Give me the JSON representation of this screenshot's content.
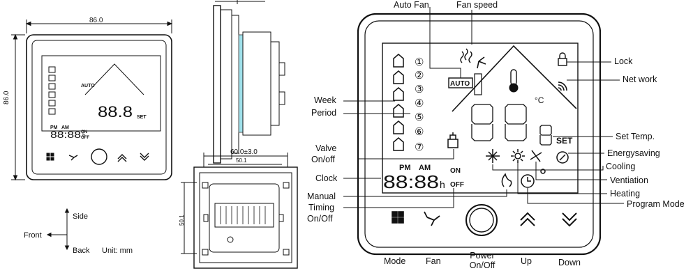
{
  "dimensions": {
    "width": "86.0",
    "height": "86.0",
    "back_width": "60.0±3.0",
    "back_inner": "50.1",
    "back_height": "50.1"
  },
  "orientation": {
    "side": "Side",
    "front": "Front",
    "back": "Back",
    "unit": "Unit: mm"
  },
  "display": {
    "auto": "AUTO",
    "set": "SET",
    "pm": "PM",
    "am": "AM",
    "on": "ON",
    "off": "OFF",
    "h": "h",
    "big_digits": "88.8",
    "celsius": "°C",
    "clock_digits": "88:88",
    "periods": [
      "①",
      "②",
      "③",
      "④",
      "⑤",
      "⑥",
      "⑦"
    ]
  },
  "callouts": {
    "auto_fan": "Auto Fan",
    "fan_speed": "Fan speed",
    "lock": "Lock",
    "network": "Net  work",
    "week": "Week",
    "period": "Period",
    "valve": "Valve",
    "valve2": "On/off",
    "clock": "Clock",
    "manual": "Manual",
    "timing": "Timing",
    "timing2": "On/Off",
    "set_temp": "Set Temp.",
    "energy": "Energysaving",
    "cooling": "Cooling",
    "ventilation": "Ventiation",
    "heating": "Heating",
    "program": "Program Mode",
    "mode": "Mode",
    "fan": "Fan",
    "power": "Power",
    "power2": "On/Off",
    "up": "Up",
    "down": "Down"
  }
}
